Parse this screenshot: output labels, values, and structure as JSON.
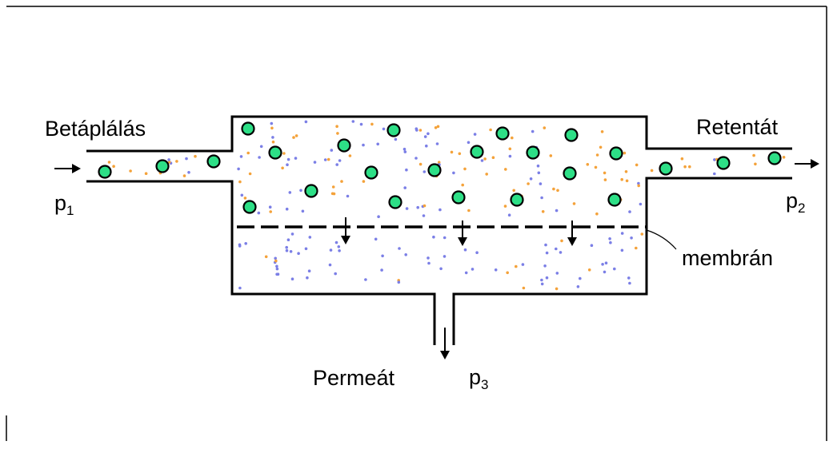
{
  "labels": {
    "feed": "Betáplálás",
    "retentate": "Retentát",
    "permeate": "Permeát",
    "membrane": "membrán",
    "p1_base": "p",
    "p1_sub": "1",
    "p2_base": "p",
    "p2_sub": "2",
    "p3_base": "p",
    "p3_sub": "3"
  },
  "colors": {
    "large_particle": "#2ddf86",
    "large_particle_outline": "#000000",
    "small_particle_orange": "#f4a23a",
    "small_particle_blue": "#7b7fe6",
    "line": "#000000",
    "background": "#ffffff"
  }
}
